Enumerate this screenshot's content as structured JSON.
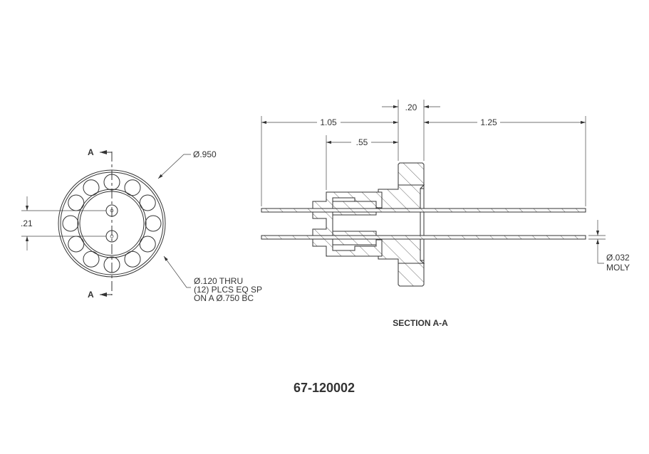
{
  "front_view": {
    "section_label_top": "A",
    "section_label_bottom": "A",
    "pin_spacing_dim": ".21",
    "outer_diameter_dim": "Ø.950",
    "hole_note": [
      "Ø.120 THRU",
      "(12) PLCS EQ SP",
      "ON A  Ø.750 BC"
    ]
  },
  "section_view": {
    "dim_overall_left": "1.05",
    "dim_body": ".55",
    "dim_flange": ".20",
    "dim_right": "1.25",
    "wire_note": [
      "Ø.032",
      "MOLY"
    ],
    "title": "SECTION A-A"
  },
  "part_number": "67-120002"
}
